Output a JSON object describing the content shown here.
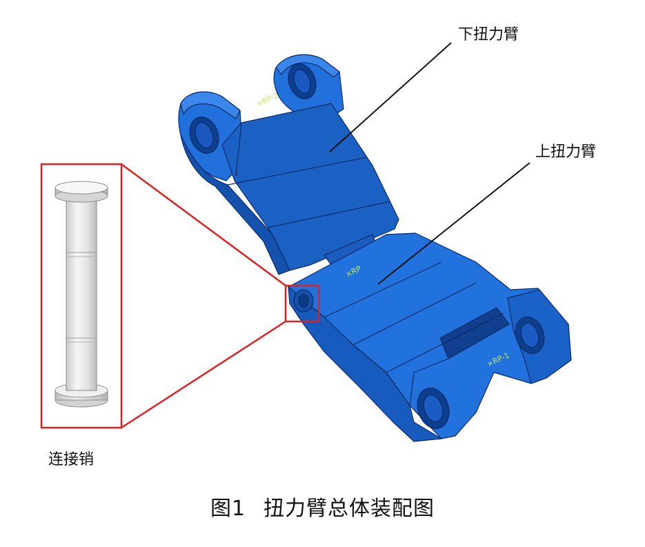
{
  "labels": {
    "lower_arm": "下扭力臂",
    "upper_arm": "上扭力臂",
    "pin": "连接销"
  },
  "caption": {
    "number": "图1",
    "title": "扭力臂总体装配图"
  },
  "colors": {
    "arm_blue": "#1f6fd6",
    "highlight_red": "#e02020",
    "pin_grey": "#e6e6e6"
  }
}
